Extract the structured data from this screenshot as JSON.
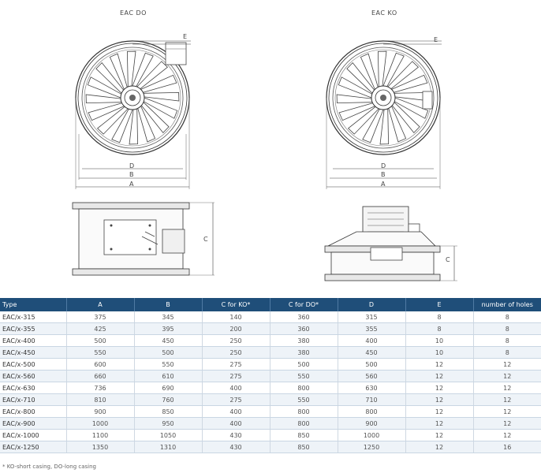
{
  "drawings": {
    "left_title": "EAC DO",
    "right_title": "EAC KO",
    "dim_e": "E",
    "dim_d": "D",
    "dim_b": "B",
    "dim_a": "A",
    "dim_c": "C"
  },
  "table": {
    "headers": [
      "Type",
      "A",
      "B",
      "C for KO*",
      "C for DO*",
      "D",
      "E",
      "number of holes"
    ],
    "rows": [
      [
        "EAC/x-315",
        "375",
        "345",
        "140",
        "360",
        "315",
        "8",
        "8"
      ],
      [
        "EAC/x-355",
        "425",
        "395",
        "200",
        "360",
        "355",
        "8",
        "8"
      ],
      [
        "EAC/x-400",
        "500",
        "450",
        "250",
        "380",
        "400",
        "10",
        "8"
      ],
      [
        "EAC/x-450",
        "550",
        "500",
        "250",
        "380",
        "450",
        "10",
        "8"
      ],
      [
        "EAC/x-500",
        "600",
        "550",
        "275",
        "500",
        "500",
        "12",
        "12"
      ],
      [
        "EAC/x-560",
        "660",
        "610",
        "275",
        "550",
        "560",
        "12",
        "12"
      ],
      [
        "EAC/x-630",
        "736",
        "690",
        "400",
        "800",
        "630",
        "12",
        "12"
      ],
      [
        "EAC/x-710",
        "810",
        "760",
        "275",
        "550",
        "710",
        "12",
        "12"
      ],
      [
        "EAC/x-800",
        "900",
        "850",
        "400",
        "800",
        "800",
        "12",
        "12"
      ],
      [
        "EAC/x-900",
        "1000",
        "950",
        "400",
        "800",
        "900",
        "12",
        "12"
      ],
      [
        "EAC/x-1000",
        "1100",
        "1050",
        "430",
        "850",
        "1000",
        "12",
        "12"
      ],
      [
        "EAC/x-1250",
        "1350",
        "1310",
        "430",
        "850",
        "1250",
        "12",
        "16"
      ]
    ]
  },
  "footnote": "* KO-short casing, DO-long casing"
}
